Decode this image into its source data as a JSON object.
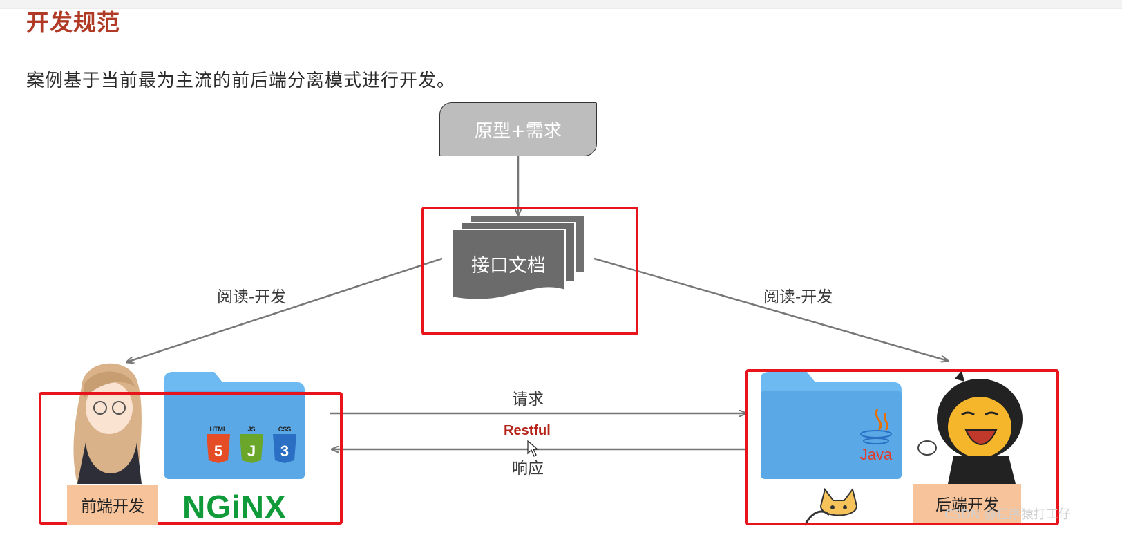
{
  "title": "开发规范",
  "subtitle": "案例基于当前最为主流的前后端分离模式进行开发。",
  "diagram": {
    "prototype_box": "原型+需求",
    "api_doc": "接口文档",
    "read_dev_left": "阅读-开发",
    "read_dev_right": "阅读-开发",
    "request": "请求",
    "protocol": "Restful",
    "response": "响应",
    "frontend_label": "前端开发",
    "backend_label": "后端开发",
    "frontend_tech": {
      "html": "HTML",
      "js": "JS",
      "css": "CSS",
      "html_glyph": "5",
      "js_glyph": "J",
      "css_glyph": "3",
      "server": "NGiNX"
    },
    "backend_tech": {
      "java": "Java"
    }
  },
  "watermark": "CSDN @程序猿打工仔",
  "colors": {
    "title": "#b03a25",
    "highlight": "#e8141c",
    "tag": "#f7c39a",
    "protocol": "#b52217",
    "folder": "#6dbaf2",
    "nginx": "#109b3a"
  }
}
